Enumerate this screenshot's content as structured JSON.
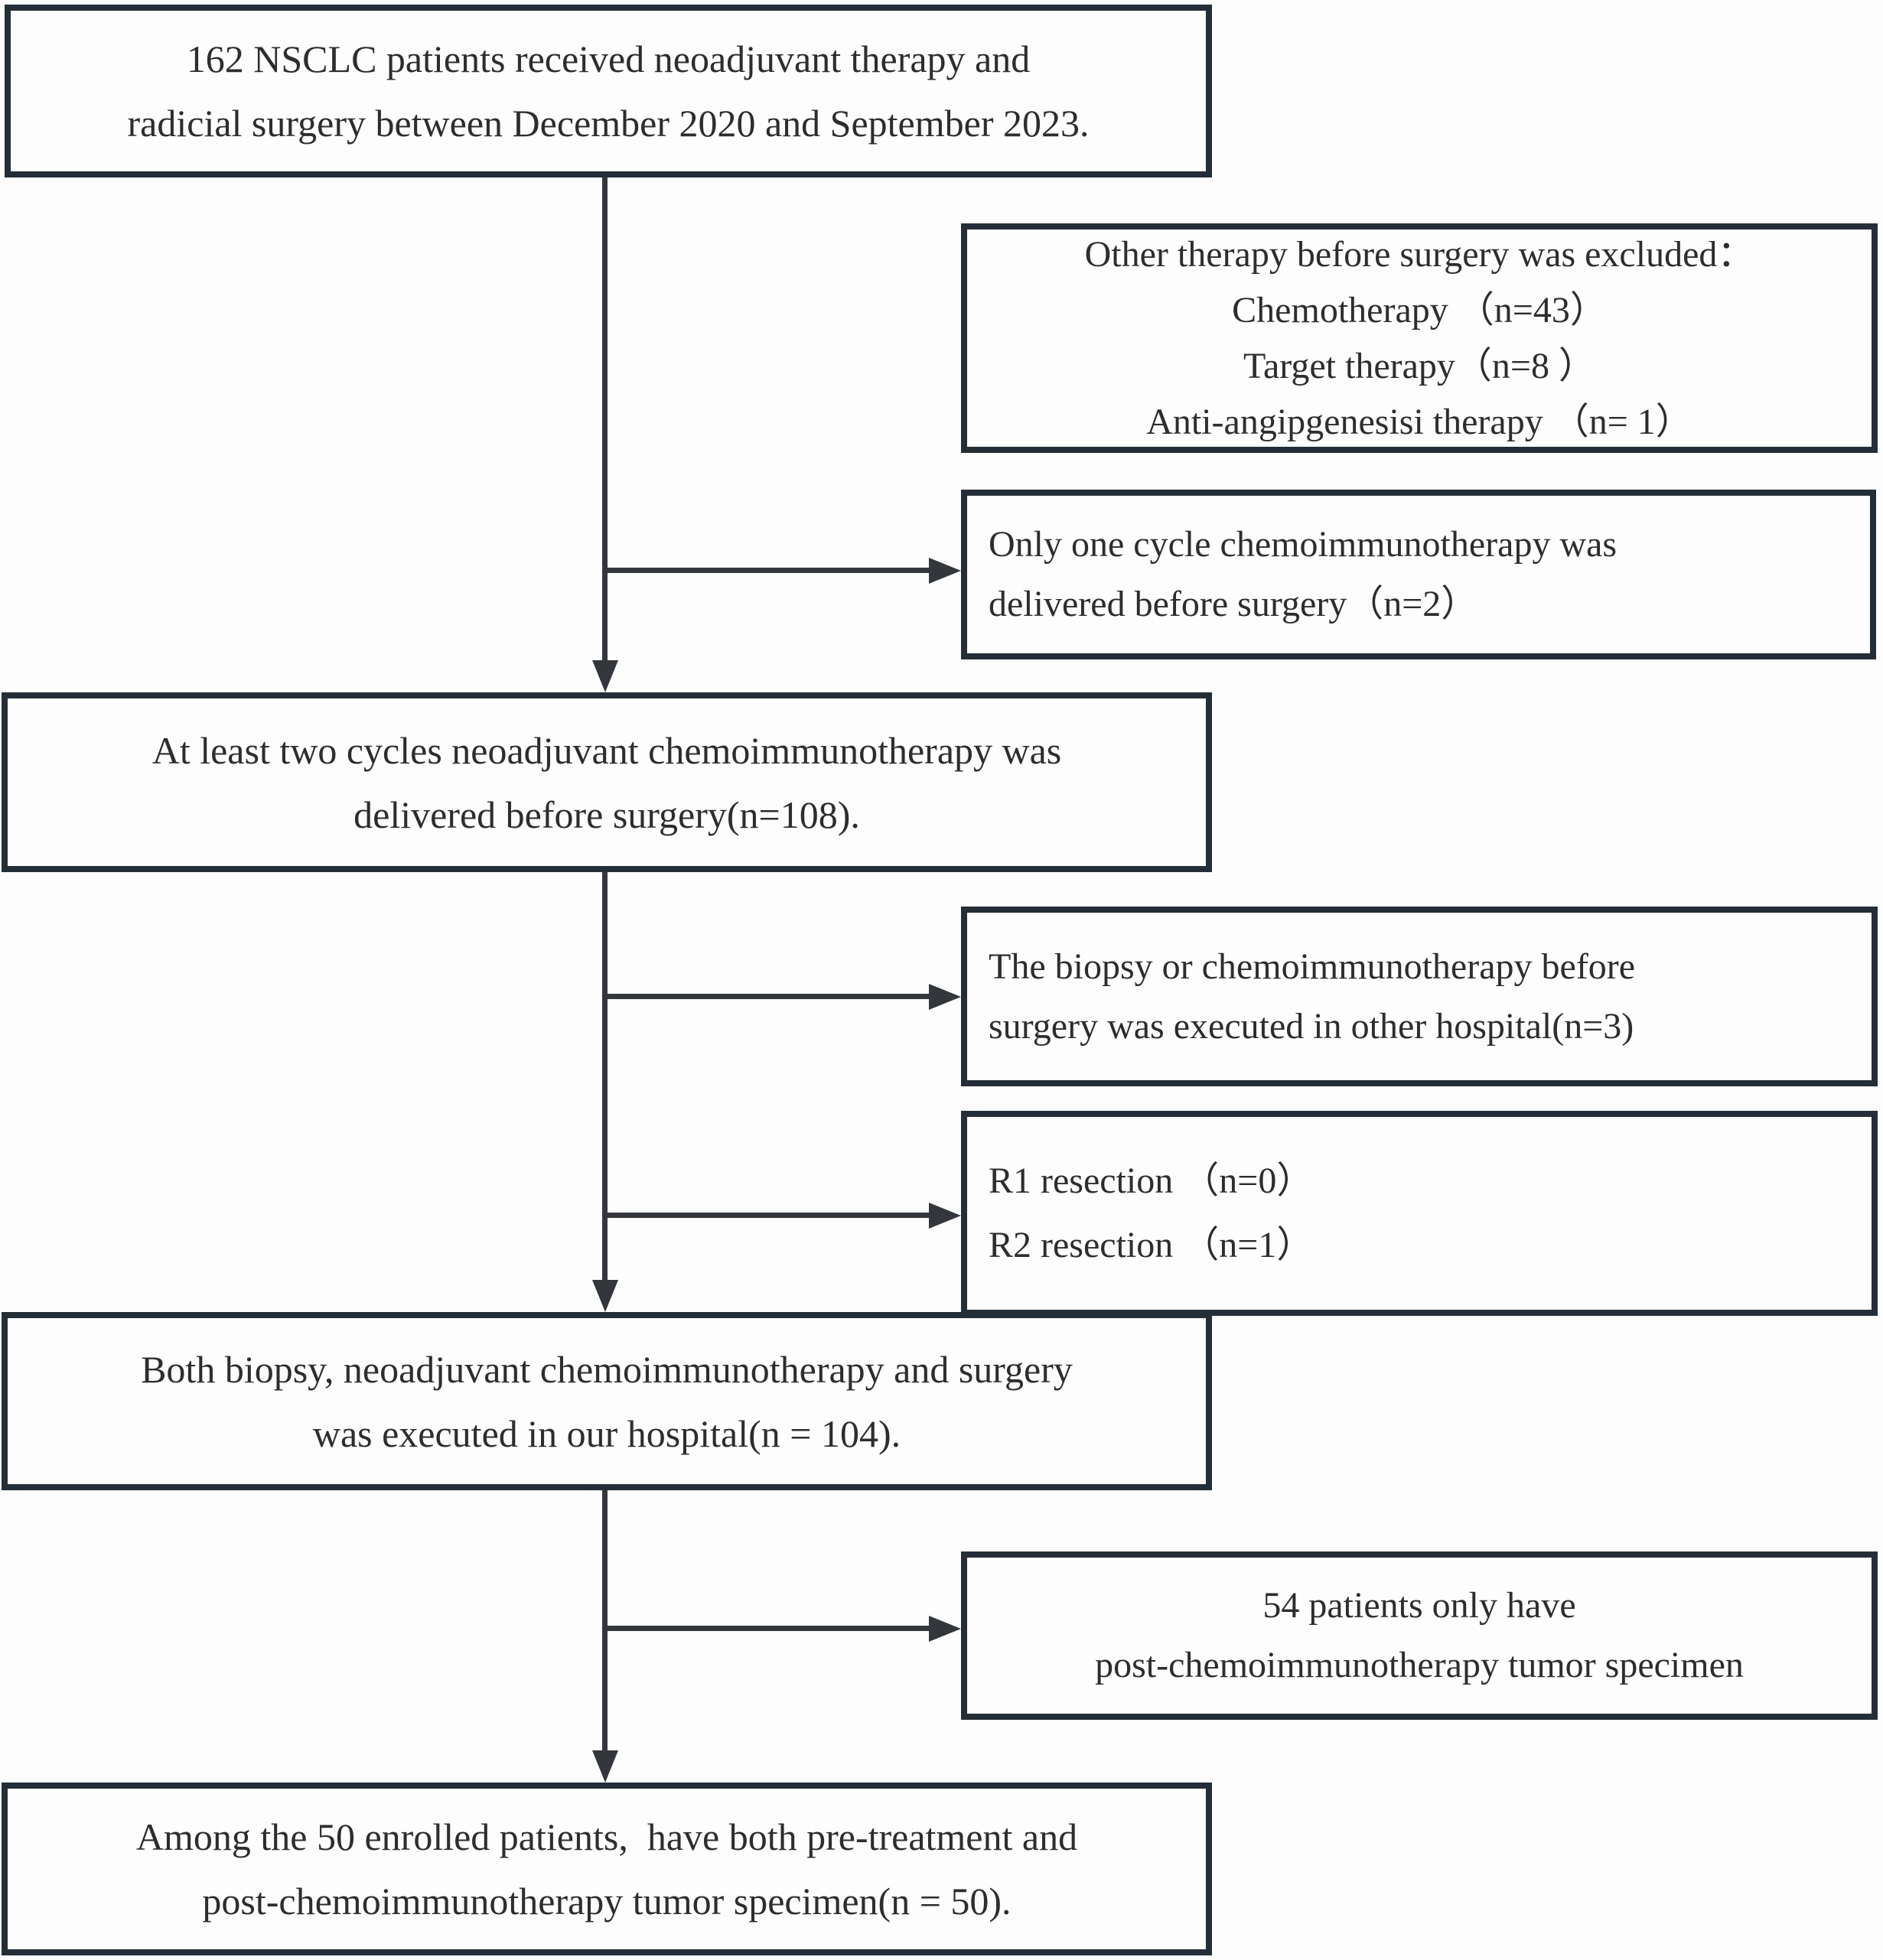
{
  "figure": {
    "type": "patient-enrollment-flowchart",
    "background_color": "#fdfdfd",
    "box_border_color": "#242e38",
    "arrow_color": "#33363a",
    "text_color": "#2d2d2d"
  },
  "boxes": {
    "initial": {
      "lines": [
        "162 NSCLC patients received neoadjuvant therapy and",
        "radicial surgery between December 2020 and September 2023."
      ]
    },
    "excluded_other_therapy": {
      "lines": [
        "Other therapy before surgery was excluded：",
        "Chemotherapy （n=43）",
        "Target therapy（n=8 ）",
        "Anti-angipgenesisi therapy （n= 1）"
      ]
    },
    "excluded_one_cycle": {
      "lines": [
        "Only one cycle chemoimmunotherapy was",
        "delivered before surgery（n=2）"
      ]
    },
    "two_cycles": {
      "lines": [
        "At least two cycles neoadjuvant chemoimmunotherapy was",
        "delivered before surgery(n=108)."
      ]
    },
    "excluded_other_hospital": {
      "lines": [
        "The biopsy or chemoimmunotherapy before",
        "surgery was executed in other hospital(n=3)"
      ]
    },
    "excluded_resection": {
      "lines": [
        "R1 resection （n=0）",
        "R2 resection （n=1）"
      ]
    },
    "our_hospital": {
      "lines": [
        "Both biopsy, neoadjuvant chemoimmunotherapy and surgery",
        "was executed in our hospital(n = 104)."
      ]
    },
    "excluded_post_only": {
      "lines": [
        "54 patients only have",
        "post-chemoimmunotherapy tumor specimen"
      ]
    },
    "enrolled": {
      "lines": [
        "Among the 50 enrolled patients,  have both pre-treatment and",
        "post-chemoimmunotherapy tumor specimen(n = 50)."
      ]
    }
  }
}
